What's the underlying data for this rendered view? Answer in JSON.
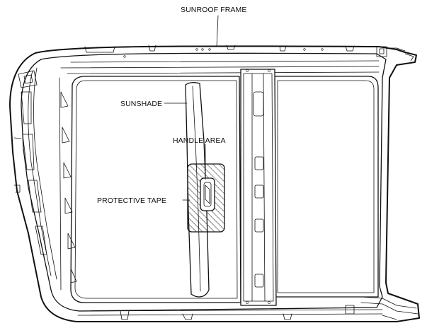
{
  "labels": {
    "sunroof_frame": "SUNROOF FRAME",
    "sunshade": "SUNSHADE",
    "handle_area": "HANDLE AREA",
    "protective_tape": "PROTECTIVE TAPE"
  },
  "colors": {
    "line": "#111111",
    "background": "#ffffff"
  }
}
